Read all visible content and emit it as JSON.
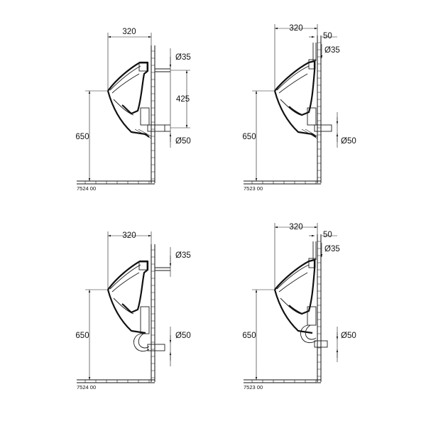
{
  "drawings": [
    {
      "id": "top-left",
      "width_label": "320",
      "upper_pipe_label": "Ø35",
      "spacing_label": "425",
      "height_label": "650",
      "drain_label": "Ø50",
      "model_code": "7524 00"
    },
    {
      "id": "top-right",
      "width_label": "320",
      "offset_label": "50",
      "upper_pipe_label": "Ø35",
      "height_label": "650",
      "drain_label": "Ø50",
      "model_code": "7523 00"
    },
    {
      "id": "bottom-left",
      "width_label": "320",
      "upper_pipe_label": "Ø35",
      "height_label": "650",
      "drain_label": "Ø50",
      "model_code": "7524 00"
    },
    {
      "id": "bottom-right",
      "width_label": "320",
      "offset_label": "50",
      "upper_pipe_label": "Ø35",
      "height_label": "650",
      "drain_label": "Ø50",
      "model_code": "7523 00"
    }
  ]
}
